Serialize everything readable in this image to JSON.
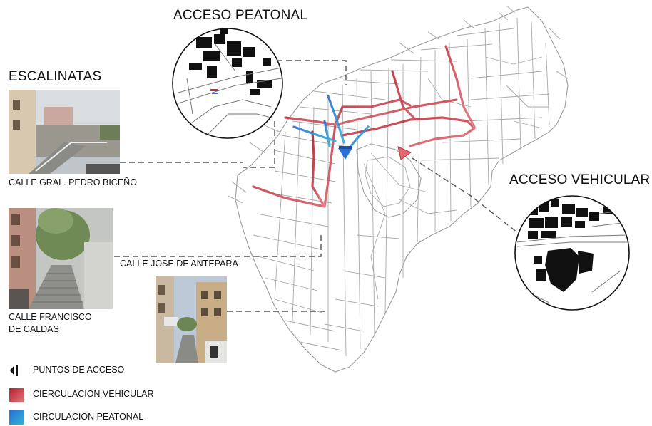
{
  "sections": {
    "stairs_heading": "ESCALINATAS",
    "pedestrian_access_heading": "ACCESO PEATONAL",
    "vehicle_access_heading": "ACCESO VEHICULAR"
  },
  "photo_captions": {
    "street_1": "CALLE GRAL. PEDRO BICEÑO",
    "street_2": "CALLE JOSE DE ANTEPARA",
    "street_3_line1": "CALLE FRANCISCO",
    "street_3_line2": "DE CALDAS"
  },
  "legend": {
    "items": [
      {
        "label": "PUNTOS DE ACCESO",
        "icon": "access-point-icon",
        "color": "#111111"
      },
      {
        "label": "CIERCULACION VEHICULAR",
        "icon": "vehicle-circulation-swatch",
        "color": "#c8323a"
      },
      {
        "label": "CIRCULACION PEATONAL",
        "icon": "pedestrian-circulation-swatch",
        "color": "#2a73d8"
      }
    ]
  },
  "colors": {
    "vehicular_route": "#c2303a",
    "pedestrian_route": "#2a6fd6",
    "street_outline": "#9a9a9a"
  }
}
